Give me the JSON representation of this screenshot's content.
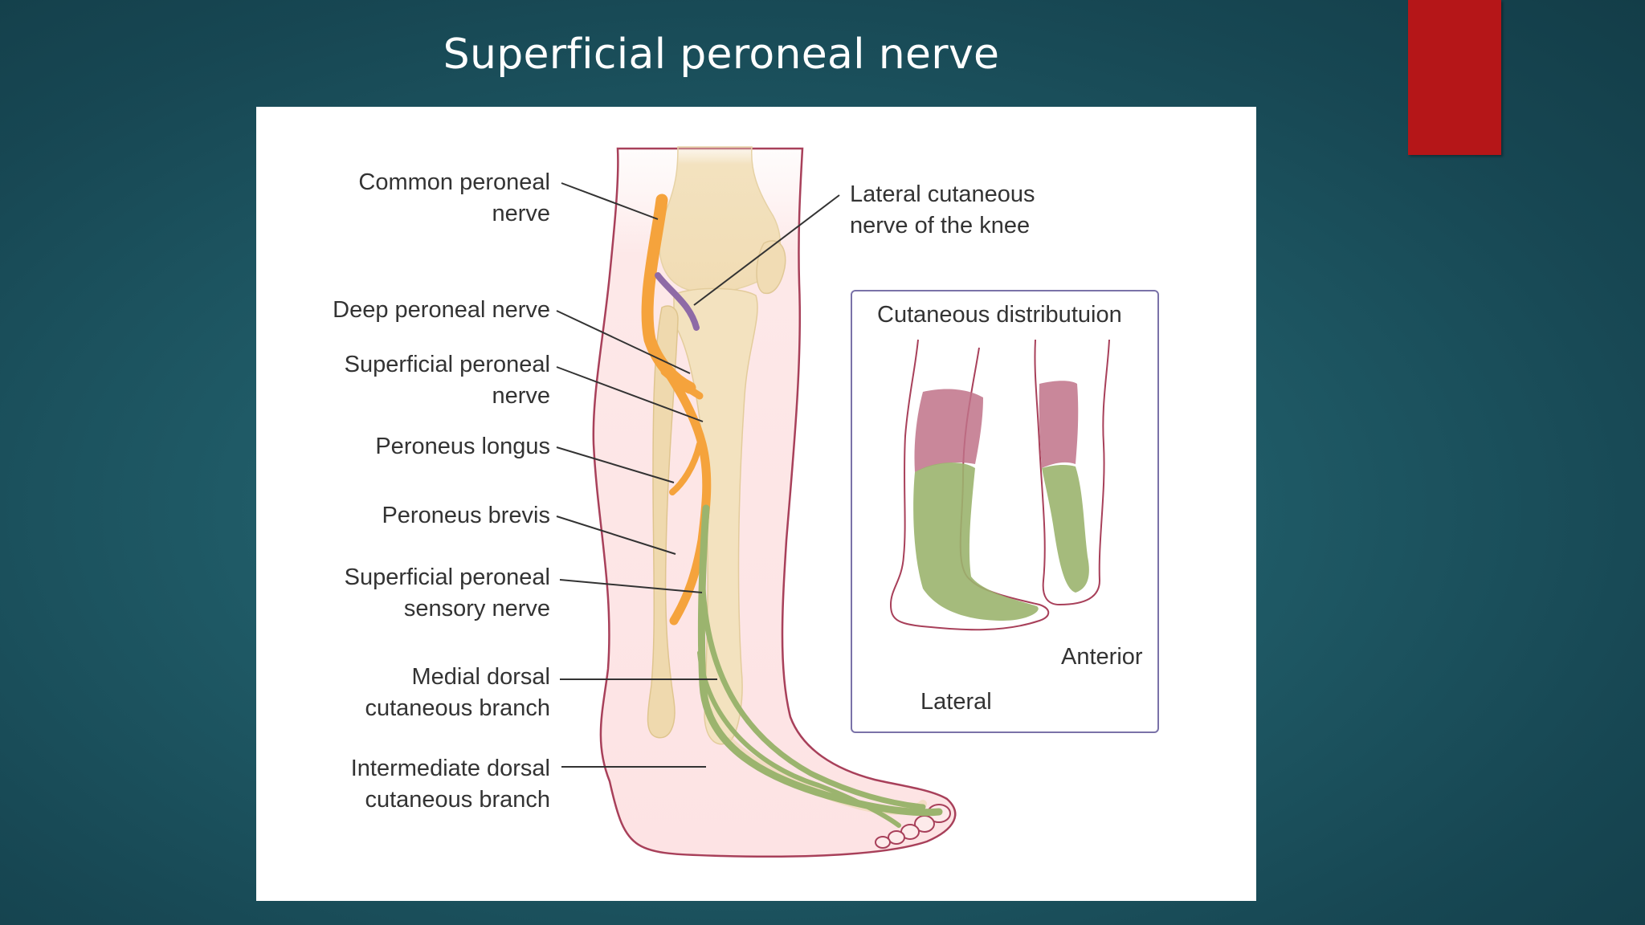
{
  "slide": {
    "title": "Superficial peroneal nerve",
    "accent_color": "#b51618"
  },
  "figure": {
    "labels": {
      "common_peroneal": [
        "Common peroneal",
        "nerve"
      ],
      "deep_peroneal": [
        "Deep peroneal nerve"
      ],
      "superficial_peroneal": [
        "Superficial peroneal",
        "nerve"
      ],
      "peroneus_longus": [
        "Peroneus longus"
      ],
      "peroneus_brevis": [
        "Peroneus brevis"
      ],
      "superficial_sensory": [
        "Superficial peroneal",
        "sensory nerve"
      ],
      "medial_dorsal": [
        "Medial dorsal",
        "cutaneous branch"
      ],
      "intermediate_dorsal": [
        "Intermediate dorsal",
        "cutaneous branch"
      ],
      "lateral_cutaneous_knee": [
        "Lateral cutaneous",
        "nerve of the knee"
      ]
    },
    "inset": {
      "title": "Cutaneous distributuion",
      "anterior_label": "Anterior",
      "lateral_label": "Lateral"
    },
    "colors": {
      "nerve_orange": "#f5a33c",
      "sensory_green": "#9bb46e",
      "knee_branch_purple": "#8e6aa6",
      "skin_outline": "#a8405a",
      "skin_fill": "#fde8e8",
      "bone_fill": "#f3e2bf",
      "region_mauve": "#c07288",
      "inset_border": "#7a72a8"
    }
  }
}
